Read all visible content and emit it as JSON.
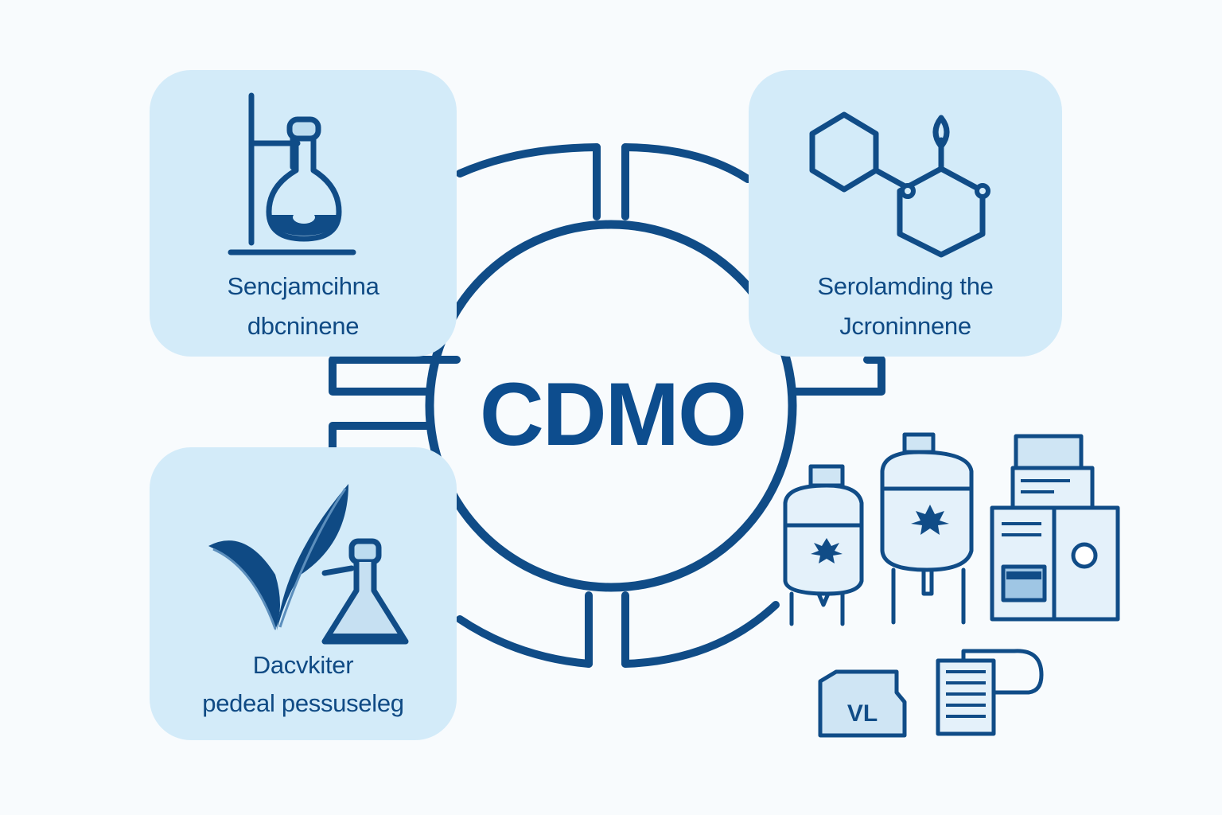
{
  "center": {
    "label": "CDMO"
  },
  "cards": {
    "top_left": {
      "line1": "Sencjamcihna",
      "line2": "dbcninene",
      "icon": "flask-on-stand-icon"
    },
    "top_right": {
      "line1": "Serolamding the",
      "line2": "Jcroninnene",
      "icon": "molecule-structure-icon"
    },
    "bottom_left": {
      "line1": "Dacvkiter",
      "line2": "pedeal pessuseleg",
      "icon": "leaf-and-flask-icon"
    }
  },
  "equipment": {
    "icon": "manufacturing-equipment-icon",
    "vial_label": "VL"
  },
  "colors": {
    "primary": "#104c87",
    "card_fill": "#d3ebf9",
    "background": "#f8fbfd",
    "equipment_fill": "#cfe5f4"
  }
}
